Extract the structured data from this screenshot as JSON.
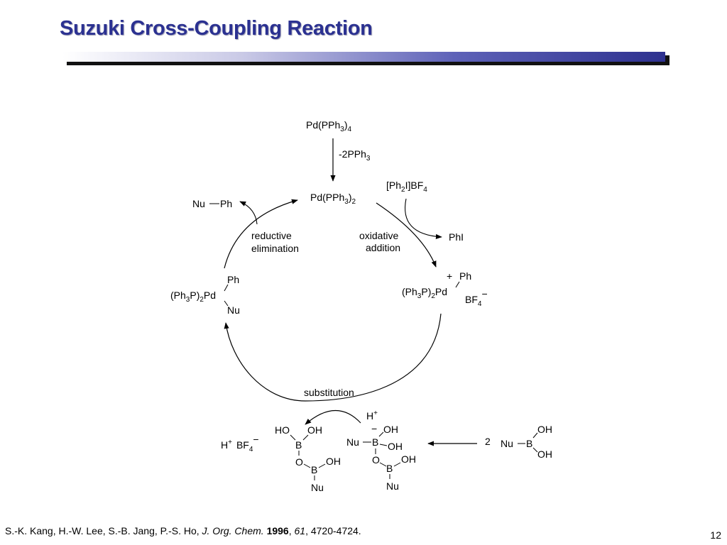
{
  "slide": {
    "title": "Suzuki Cross-Coupling Reaction",
    "page_number": "12",
    "accent_color": "#2b3191"
  },
  "scheme": {
    "precatalyst": {
      "main": "Pd(PPh",
      "sub1": "3",
      "mid": ")",
      "sub2": "4"
    },
    "ligand_loss": {
      "main": "-2PPh",
      "sub": "3"
    },
    "catalyst": {
      "main": "Pd(PPh",
      "sub1": "3",
      "mid": ")",
      "sub2": "2"
    },
    "reagent": {
      "a": "[Ph",
      "sub1": "2",
      "b": "I]BF",
      "sub2": "4"
    },
    "byproduct_phi": "PhI",
    "step_oxidative": [
      "oxidative",
      "addition"
    ],
    "step_reductive": [
      "reductive",
      "elimination"
    ],
    "step_substitution": "substitution",
    "cationic_complex": {
      "ligand": {
        "a": "(Ph",
        "sub1": "3",
        "b": "P)",
        "sub2": "2",
        "c": "Pd"
      },
      "ph": "Ph",
      "plus": "+",
      "counterion": {
        "a": "BF",
        "sub": "4",
        "minus": "−"
      }
    },
    "neutral_complex": {
      "ligand": {
        "a": "(Ph",
        "sub1": "3",
        "b": "P)",
        "sub2": "2",
        "c": "Pd"
      },
      "ph": "Ph",
      "nu": "Nu"
    },
    "product": {
      "nu": "Nu",
      "ph": "Ph"
    },
    "boronic_acid": {
      "coeff": "2",
      "nu": "Nu",
      "b": "B",
      "oh_top": "OH",
      "oh_bottom": "OH"
    },
    "borate": {
      "h_plus": "H",
      "plus": "+",
      "minus": "−",
      "nu": "Nu",
      "b": "B",
      "oh1": "OH",
      "oh2": "OH",
      "o": "O",
      "b2": "B",
      "oh3": "OH",
      "nu2": "Nu"
    },
    "boron_product": {
      "ho": "HO",
      "oh": "OH",
      "b": "B",
      "o": "O",
      "b2": "B",
      "oh2": "OH",
      "nu": "Nu"
    },
    "hbf4": {
      "h": "H",
      "plus": "+",
      "bf": "BF",
      "sub": "4",
      "minus": "−"
    }
  },
  "citation": {
    "authors": "S.-K. Kang, H.-W. Lee, S.-B. Jang, P.-S. Ho, ",
    "journal": "J. Org. Chem.",
    "sep1": " ",
    "year": "1996",
    "sep2": ", ",
    "volume": "61",
    "pages": ", 4720-4724."
  }
}
